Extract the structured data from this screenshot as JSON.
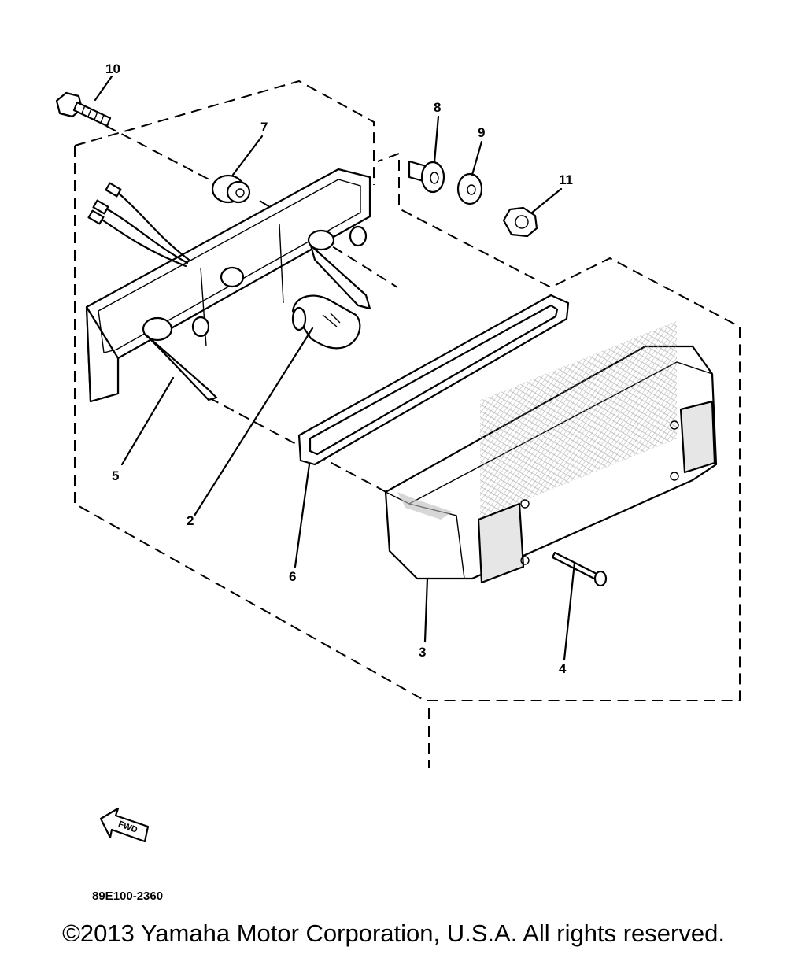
{
  "callouts": {
    "c2": "2",
    "c3": "3",
    "c4": "4",
    "c5": "5",
    "c6": "6",
    "c7": "7",
    "c8": "8",
    "c9": "9",
    "c10": "10",
    "c11": "11"
  },
  "fwd_label": "FWD",
  "diagram_code": "89E100-2360",
  "copyright": "©2013 Yamaha Motor Corporation, U.S.A. All rights reserved."
}
